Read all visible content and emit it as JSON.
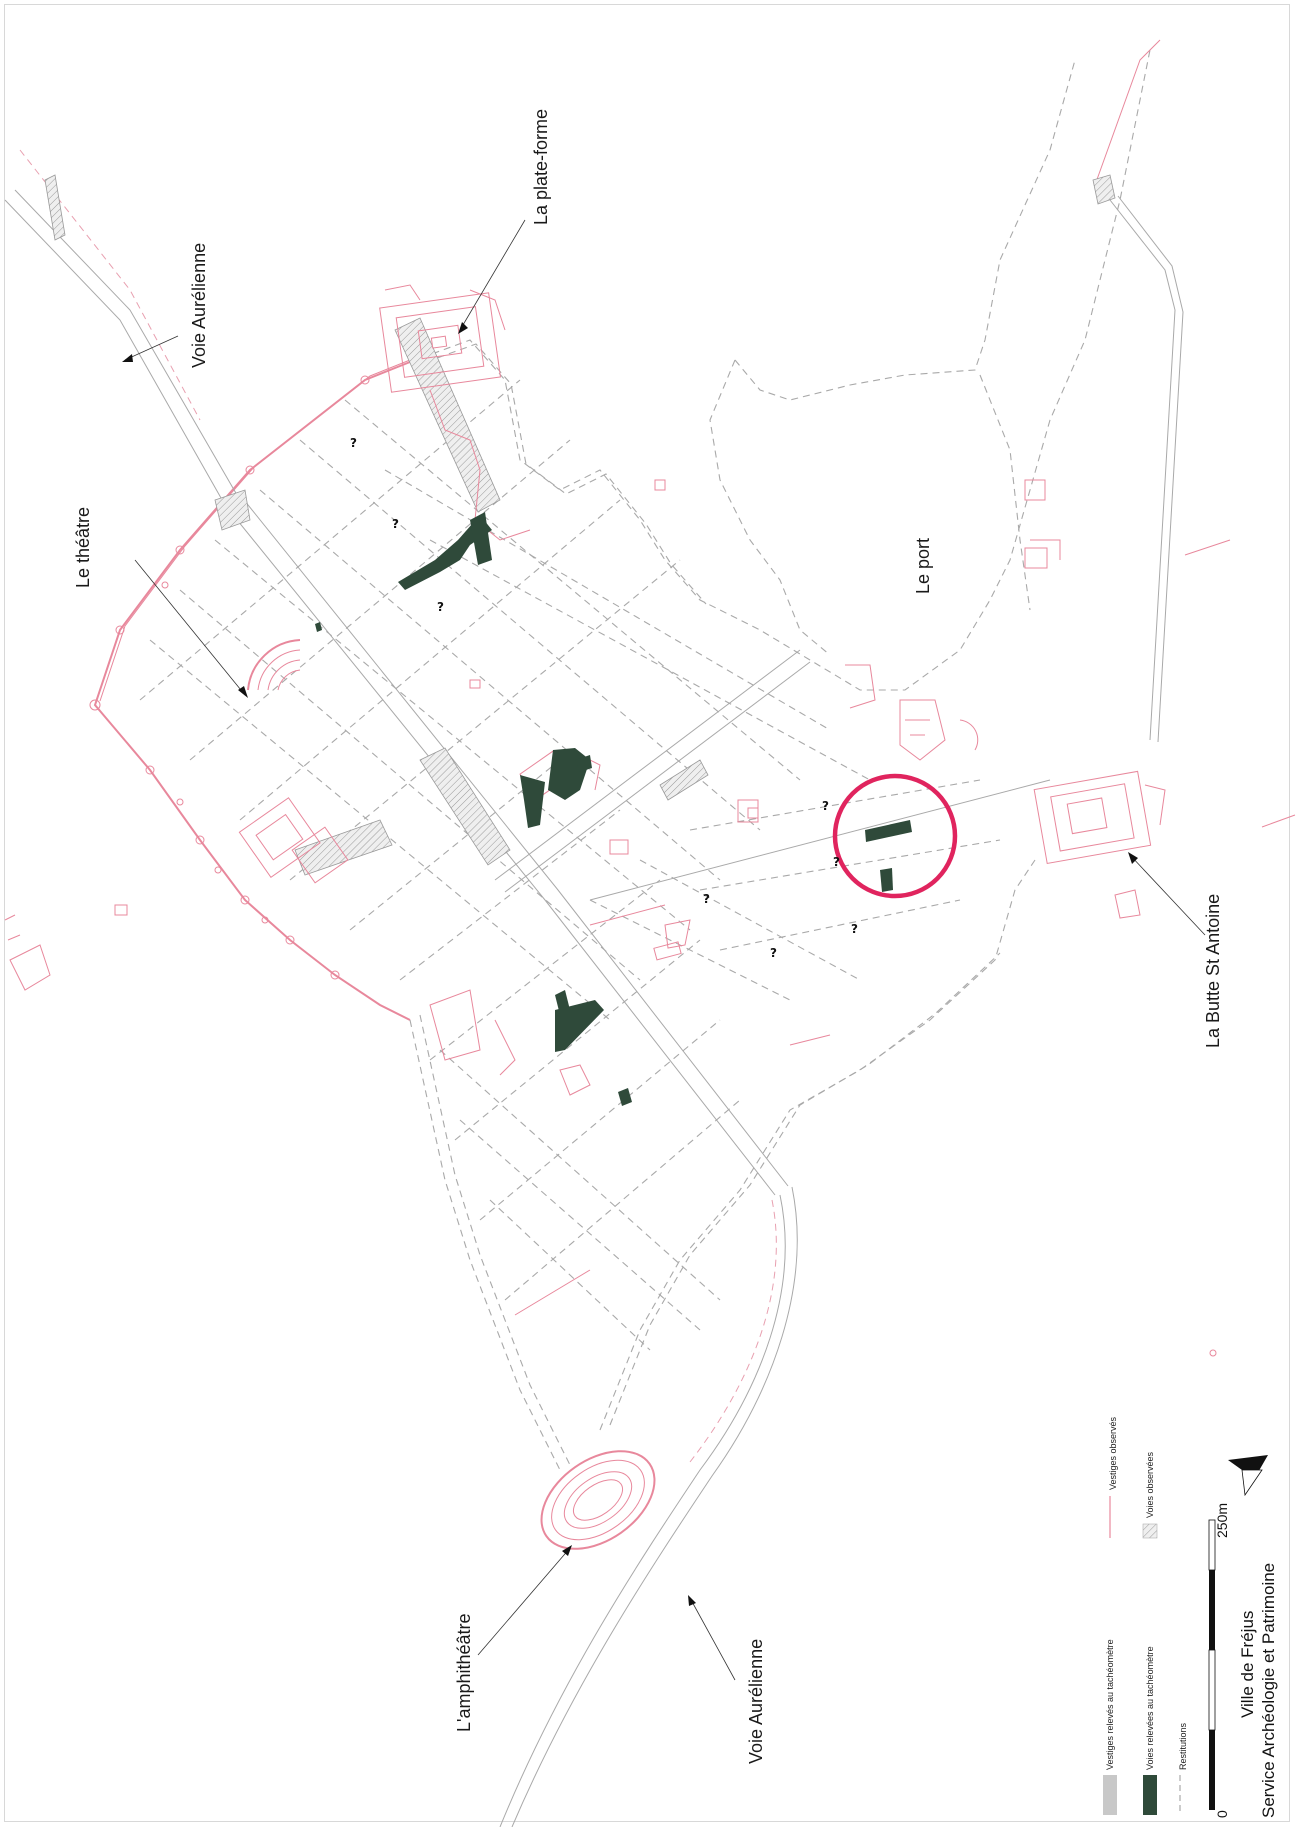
{
  "labels": {
    "voie_north": "Voie Aurélienne",
    "plateforme": "La plate-forme",
    "theatre": "Le théâtre",
    "port": "Le port",
    "butte": "La Butte St Antoine",
    "amphitheatre": "L'amphithéâtre",
    "voie_south": "Voie Aurélienne",
    "unknown_marker": "?"
  },
  "legend": {
    "items": [
      {
        "label": "Vestiges relevés au tachéomètre",
        "color": "#c8c8c8"
      },
      {
        "label": "Vestiges observés",
        "color": "#e8889c"
      },
      {
        "label": "Voies relevées au tachéomètre",
        "color": "#2f4a3a"
      },
      {
        "label": "Voies observées",
        "color": "#b0b0b0"
      },
      {
        "label": "Restitutions",
        "color": "#a9a9a9"
      }
    ]
  },
  "scalebar": {
    "zero": "0",
    "max": "250m"
  },
  "credit": {
    "line1": "Ville de Fréjus",
    "line2": "Service Archéologie et Patrimoine"
  },
  "highlight": {
    "color": "#e0245e"
  },
  "colors": {
    "vestiges": "#e8889c",
    "roads_measured": "#2f4a3a",
    "restitution": "#a9a9a9"
  }
}
